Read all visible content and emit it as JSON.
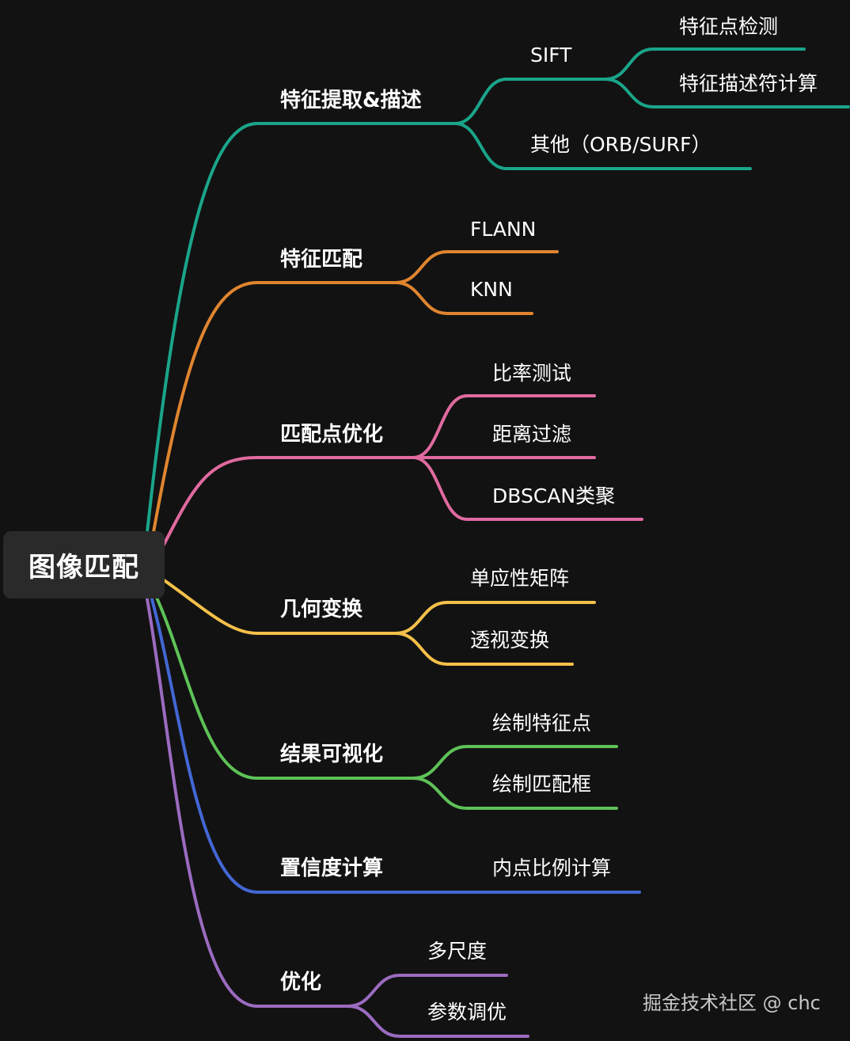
{
  "root": {
    "label": "图像匹配"
  },
  "colors": {
    "teal": "#1aa58a",
    "orange": "#e0852f",
    "pink": "#e06aa0",
    "yellow": "#f5c04a",
    "green": "#5ec257",
    "blue": "#4367d4",
    "purple": "#9b6bc0"
  },
  "branches": [
    {
      "label": "特征提取&描述",
      "color": "#1aa58a",
      "children": [
        {
          "label": "SIFT",
          "children": [
            {
              "label": "特征点检测"
            },
            {
              "label": "特征描述符计算"
            }
          ]
        },
        {
          "label": "其他（ORB/SURF）"
        }
      ]
    },
    {
      "label": "特征匹配",
      "color": "#e0852f",
      "children": [
        {
          "label": "FLANN"
        },
        {
          "label": "KNN"
        }
      ]
    },
    {
      "label": "匹配点优化",
      "color": "#e06aa0",
      "children": [
        {
          "label": "比率测试"
        },
        {
          "label": "距离过滤"
        },
        {
          "label": "DBSCAN类聚"
        }
      ]
    },
    {
      "label": "几何变换",
      "color": "#f5c04a",
      "children": [
        {
          "label": "单应性矩阵"
        },
        {
          "label": "透视变换"
        }
      ]
    },
    {
      "label": "结果可视化",
      "color": "#5ec257",
      "children": [
        {
          "label": "绘制特征点"
        },
        {
          "label": "绘制匹配框"
        }
      ]
    },
    {
      "label": "置信度计算",
      "color": "#4367d4",
      "children": [
        {
          "label": "内点比例计算"
        }
      ]
    },
    {
      "label": "优化",
      "color": "#9b6bc0",
      "children": [
        {
          "label": "多尺度"
        },
        {
          "label": "参数调优"
        }
      ]
    }
  ],
  "watermark": "掘金技术社区 @ chc"
}
